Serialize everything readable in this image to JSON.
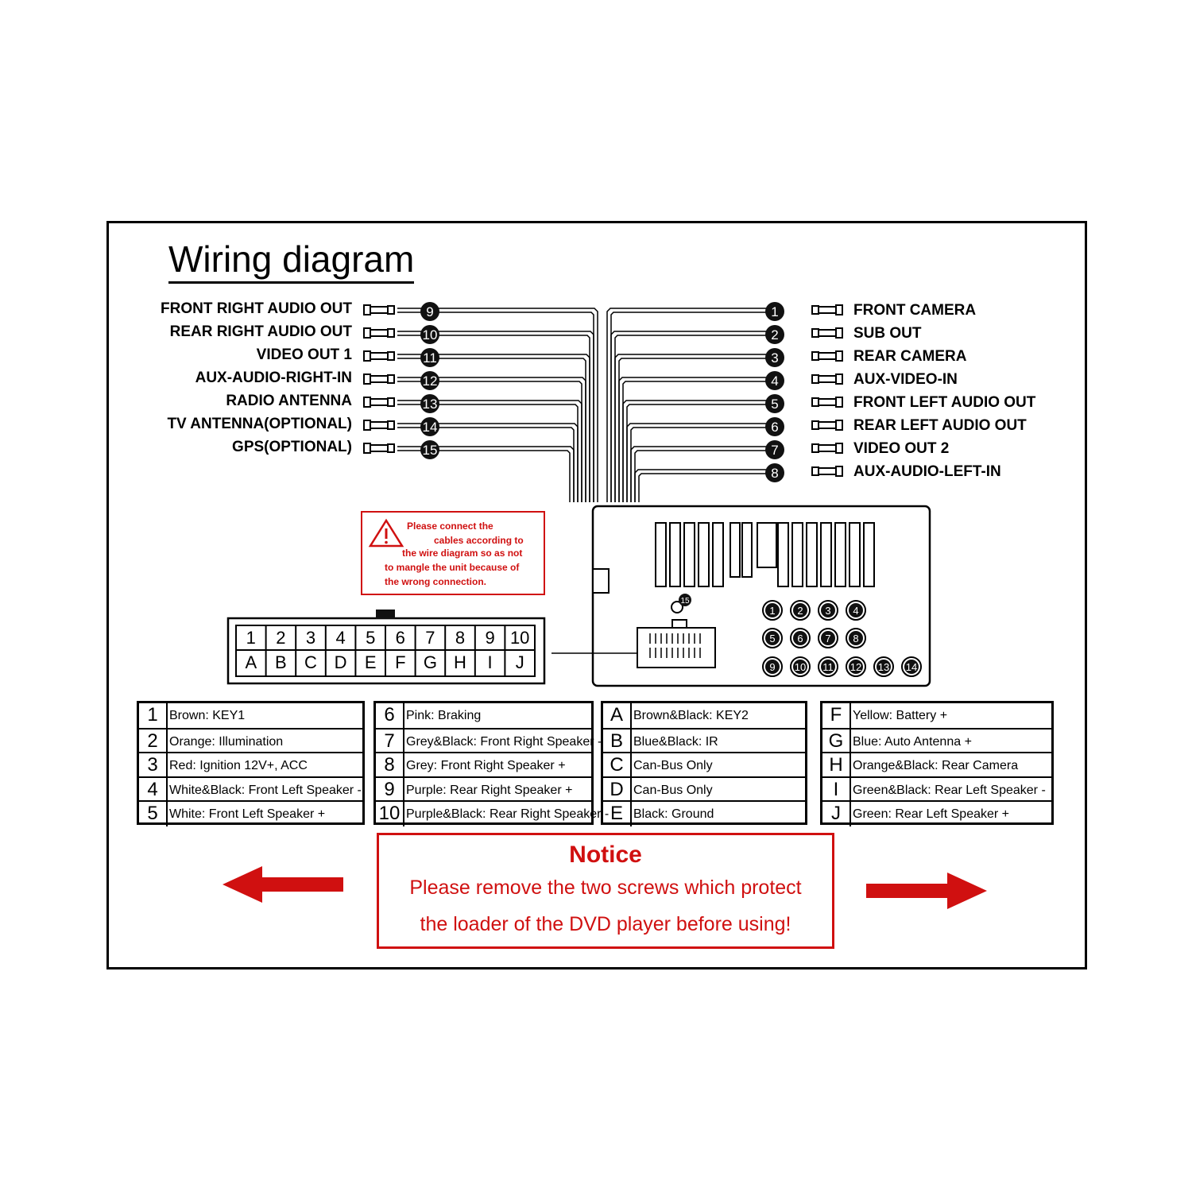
{
  "title": "Wiring diagram",
  "left_outputs": [
    {
      "label": "FRONT RIGHT AUDIO OUT",
      "num": "9"
    },
    {
      "label": "REAR RIGHT AUDIO OUT",
      "num": "10"
    },
    {
      "label": "VIDEO OUT 1",
      "num": "11"
    },
    {
      "label": "AUX-AUDIO-RIGHT-IN",
      "num": "12"
    },
    {
      "label": "RADIO ANTENNA",
      "num": "13"
    },
    {
      "label": "TV ANTENNA(OPTIONAL)",
      "num": "14"
    },
    {
      "label": "GPS(OPTIONAL)",
      "num": "15"
    }
  ],
  "right_outputs": [
    {
      "label": "FRONT CAMERA",
      "num": "1"
    },
    {
      "label": "SUB OUT",
      "num": "2"
    },
    {
      "label": "REAR CAMERA",
      "num": "3"
    },
    {
      "label": "AUX-VIDEO-IN",
      "num": "4"
    },
    {
      "label": "FRONT LEFT AUDIO OUT",
      "num": "5"
    },
    {
      "label": "REAR LEFT AUDIO OUT",
      "num": "6"
    },
    {
      "label": "VIDEO OUT 2",
      "num": "7"
    },
    {
      "label": "AUX-AUDIO-LEFT-IN",
      "num": "8"
    }
  ],
  "warning": {
    "lines": [
      "Please  connect the",
      "cables according to",
      "the wire diagram so as not",
      "to mangle the unit because of",
      "the wrong connection."
    ],
    "color": "#d01010"
  },
  "harness": {
    "top": [
      "1",
      "2",
      "3",
      "4",
      "5",
      "6",
      "7",
      "8",
      "9",
      "10"
    ],
    "bottom": [
      "A",
      "B",
      "C",
      "D",
      "E",
      "F",
      "G",
      "H",
      "I",
      "J"
    ]
  },
  "unit_ports": {
    "row1": [
      "1",
      "2",
      "3",
      "4"
    ],
    "row2": [
      "5",
      "6",
      "7",
      "8"
    ],
    "row3": [
      "9",
      "10",
      "11",
      "12",
      "13",
      "14"
    ],
    "extra": "15"
  },
  "tables": [
    [
      {
        "key": "1",
        "value": "Brown: KEY1"
      },
      {
        "key": "2",
        "value": "Orange: Illumination"
      },
      {
        "key": "3",
        "value": "Red: Ignition 12V+, ACC"
      },
      {
        "key": "4",
        "value": "White&Black:  Front Left Speaker -"
      },
      {
        "key": "5",
        "value": "White: Front Left Speaker +"
      }
    ],
    [
      {
        "key": "6",
        "value": "Pink: Braking"
      },
      {
        "key": "7",
        "value": "Grey&Black: Front Right Speaker -"
      },
      {
        "key": "8",
        "value": "Grey: Front Right Speaker +"
      },
      {
        "key": "9",
        "value": "Purple: Rear Right Speaker +"
      },
      {
        "key": "10",
        "value": "Purple&Black: Rear Right Speaker -"
      }
    ],
    [
      {
        "key": "A",
        "value": "Brown&Black: KEY2"
      },
      {
        "key": "B",
        "value": "Blue&Black: IR"
      },
      {
        "key": "C",
        "value": "Can-Bus Only"
      },
      {
        "key": "D",
        "value": "Can-Bus Only"
      },
      {
        "key": "E",
        "value": "Black: Ground"
      }
    ],
    [
      {
        "key": "F",
        "value": "Yellow: Battery +"
      },
      {
        "key": "G",
        "value": "Blue: Auto Antenna +"
      },
      {
        "key": "H",
        "value": "Orange&Black: Rear Camera"
      },
      {
        "key": "I",
        "value": "Green&Black: Rear Left Speaker -"
      },
      {
        "key": "J",
        "value": "Green: Rear Left Speaker +"
      }
    ]
  ],
  "notice": {
    "title": "Notice",
    "line1": "Please remove the two screws which  protect",
    "line2": "the  loader  of the DVD player before using!",
    "color": "#d01010"
  }
}
